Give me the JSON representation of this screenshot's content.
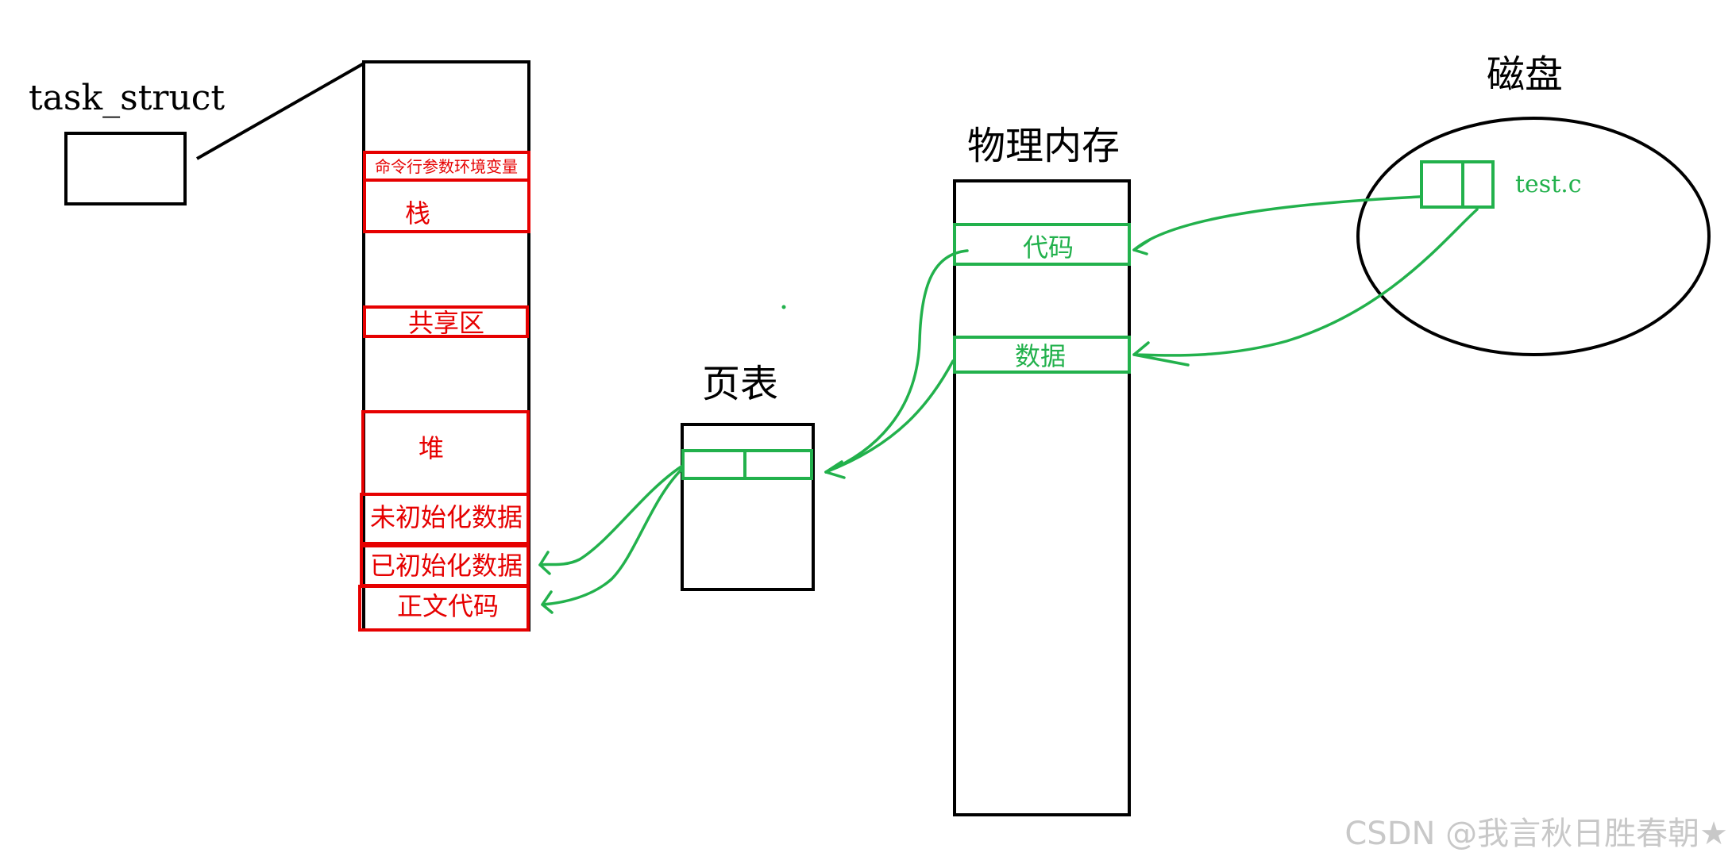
{
  "task_struct": {
    "label": "task_struct"
  },
  "address_space": {
    "segments": [
      "命令行参数环境变量",
      "栈",
      "共享区",
      "堆",
      "未初始化数据",
      "已初始化数据",
      "正文代码"
    ]
  },
  "page_table": {
    "label": "页表"
  },
  "physical_memory": {
    "label": "物理内存",
    "code_label": "代码",
    "data_label": "数据"
  },
  "disk": {
    "label": "磁盘",
    "file_label": "test.c"
  },
  "watermark": "CSDN @我言秋日胜春朝★",
  "colors": {
    "black": "#000000",
    "red": "#e60000",
    "green": "#22b14c"
  }
}
